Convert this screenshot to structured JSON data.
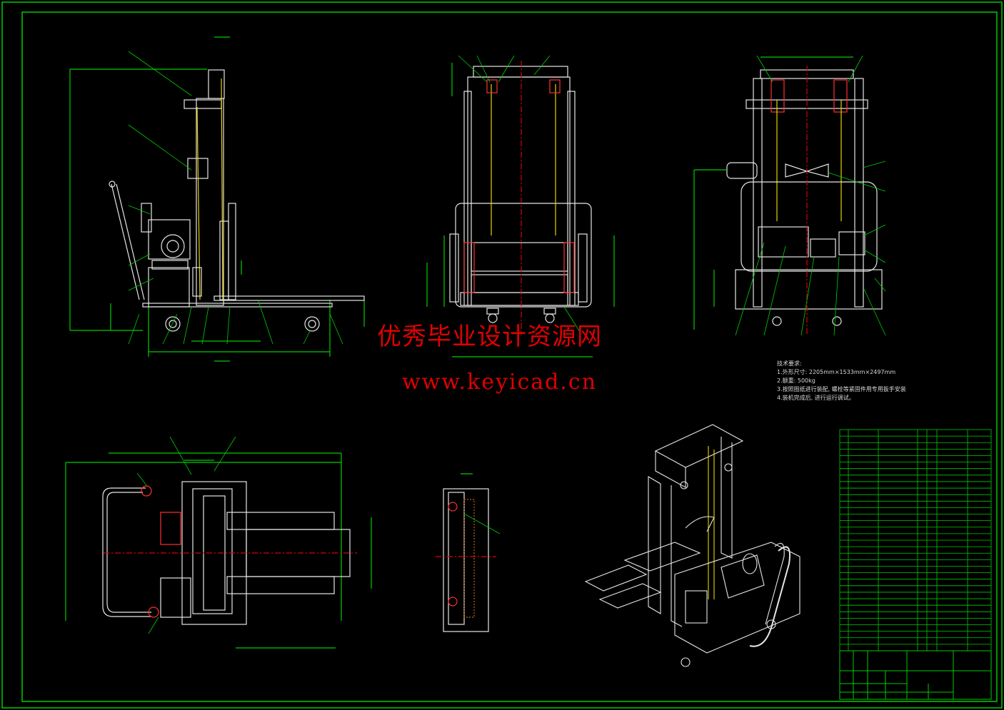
{
  "watermark": {
    "title": "优秀毕业设计资源网",
    "url": "www.keyicad.cn"
  },
  "technical_requirements": {
    "heading": "技术要求:",
    "items": [
      "1.外形尺寸: 2205mm×1533mm×2497mm",
      "2.额重: 500kg",
      "3.按照图纸进行装配, 螺栓等紧固件用专用扳手安装",
      "4.装机完成后, 进行运行调试。"
    ]
  },
  "colors": {
    "background": "#000000",
    "frame": "#00cc00",
    "geometry": "#e6e6e6",
    "leader": "#00cc00",
    "center_line": "#e00000",
    "chain": "#e6d200",
    "highlight": "#ff3030",
    "watermark": "#e00000"
  }
}
